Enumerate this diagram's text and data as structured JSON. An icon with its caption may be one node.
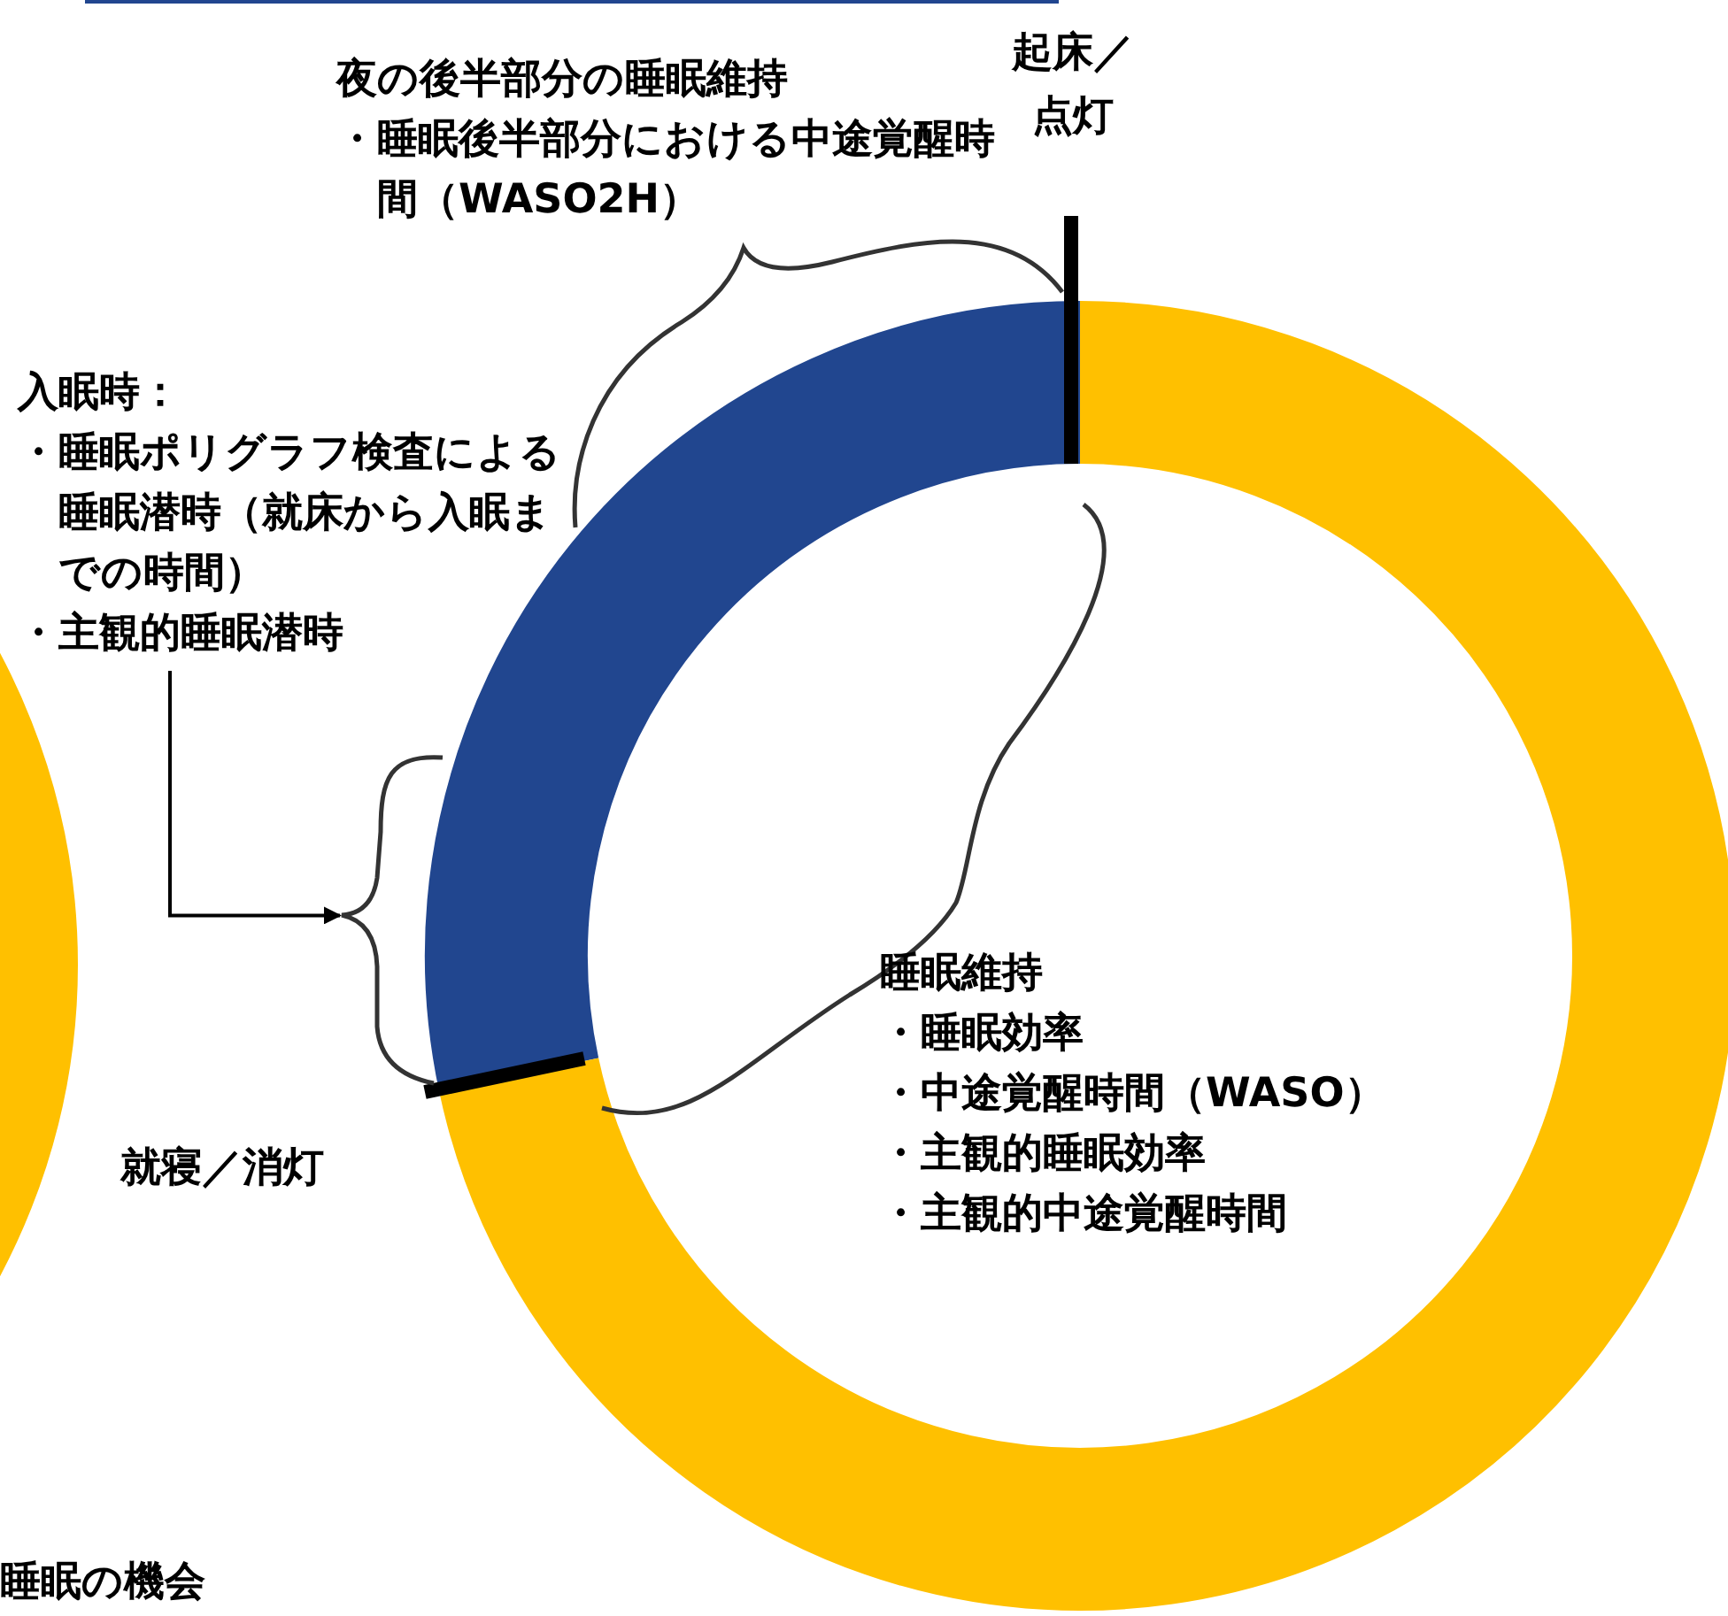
{
  "diagram": {
    "nodes": [
      {
        "text": [
          "入眠時：",
          "・睡眠ポリグラフ検査による睡眠潜時（就床から入眠までの時間）",
          "・主観的睡眠潜時"
        ]
      },
      {
        "text": [],
        "shape": "brace"
      }
    ],
    "edges": [
      {
        "from": 0,
        "to": 1,
        "arrow": "to"
      }
    ],
    "labels": [
      "起床／点灯",
      "夜の後半部分の睡眠維持",
      "・睡眠後半部分における中途覚醒時間（WASO2H）",
      "睡眠維持",
      "・睡眠効率",
      "・中途覚醒時間（WASO）",
      "・主観的睡眠効率",
      "・主観的中途覚醒時間",
      "就寝／消灯",
      "睡眠の機会"
    ]
  }
}
